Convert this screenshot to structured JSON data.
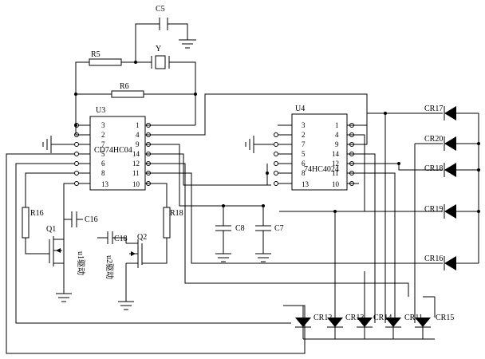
{
  "u3": {
    "ref": "U3",
    "part": "CD74HC04",
    "left_pins": [
      "3",
      "2",
      "7",
      "5",
      "6",
      "8",
      "13"
    ],
    "right_pins": [
      "1",
      "4",
      "9",
      "14",
      "12",
      "11",
      "10"
    ]
  },
  "u4": {
    "ref": "U4",
    "part": "74HC4024",
    "left_pins": [
      "3",
      "2",
      "7",
      "5",
      "6",
      "8",
      "13"
    ],
    "right_pins": [
      "1",
      "4",
      "9",
      "14",
      "12",
      "11",
      "10"
    ]
  },
  "labels": {
    "c5": "C5",
    "r5": "R5",
    "y": "Y",
    "r6": "R6",
    "r16": "R16",
    "c16": "C16",
    "q1": "Q1",
    "c18": "C18",
    "q2": "Q2",
    "r18": "R18",
    "c8": "C8",
    "c7": "C7",
    "u1": "u1驱动",
    "u2": "u2驱动",
    "cr17": "CR17",
    "cr20": "CR20",
    "cr18": "CR18",
    "cr19": "CR19",
    "cr16": "CR16",
    "cr12": "CR12",
    "cr13": "CR13",
    "cr14": "CR14",
    "cr11": "CR11",
    "cr15": "CR15"
  }
}
